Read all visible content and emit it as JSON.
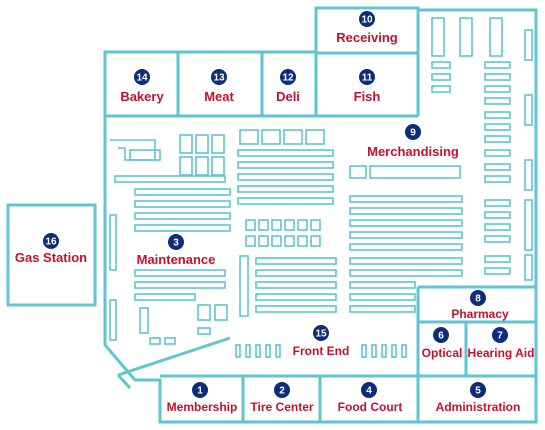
{
  "colors": {
    "wall": "#5ec5d3",
    "label": "#c8102e",
    "marker": "#0d2c7a",
    "background": "#ffffff"
  },
  "departments": {
    "membership": {
      "number": "1",
      "label": "Membership"
    },
    "tire_center": {
      "number": "2",
      "label": "Tire Center"
    },
    "maintenance": {
      "number": "3",
      "label": "Maintenance"
    },
    "food_court": {
      "number": "4",
      "label": "Food Court"
    },
    "administration": {
      "number": "5",
      "label": "Administration"
    },
    "optical": {
      "number": "6",
      "label": "Optical"
    },
    "hearing_aid": {
      "number": "7",
      "label": "Hearing Aid"
    },
    "pharmacy": {
      "number": "8",
      "label": "Pharmacy"
    },
    "merchandising": {
      "number": "9",
      "label": "Merchandising"
    },
    "receiving": {
      "number": "10",
      "label": "Receiving"
    },
    "fish": {
      "number": "11",
      "label": "Fish"
    },
    "deli": {
      "number": "12",
      "label": "Deli"
    },
    "meat": {
      "number": "13",
      "label": "Meat"
    },
    "bakery": {
      "number": "14",
      "label": "Bakery"
    },
    "front_end": {
      "number": "15",
      "label": "Front End"
    },
    "gas_station": {
      "number": "16",
      "label": "Gas Station"
    }
  }
}
